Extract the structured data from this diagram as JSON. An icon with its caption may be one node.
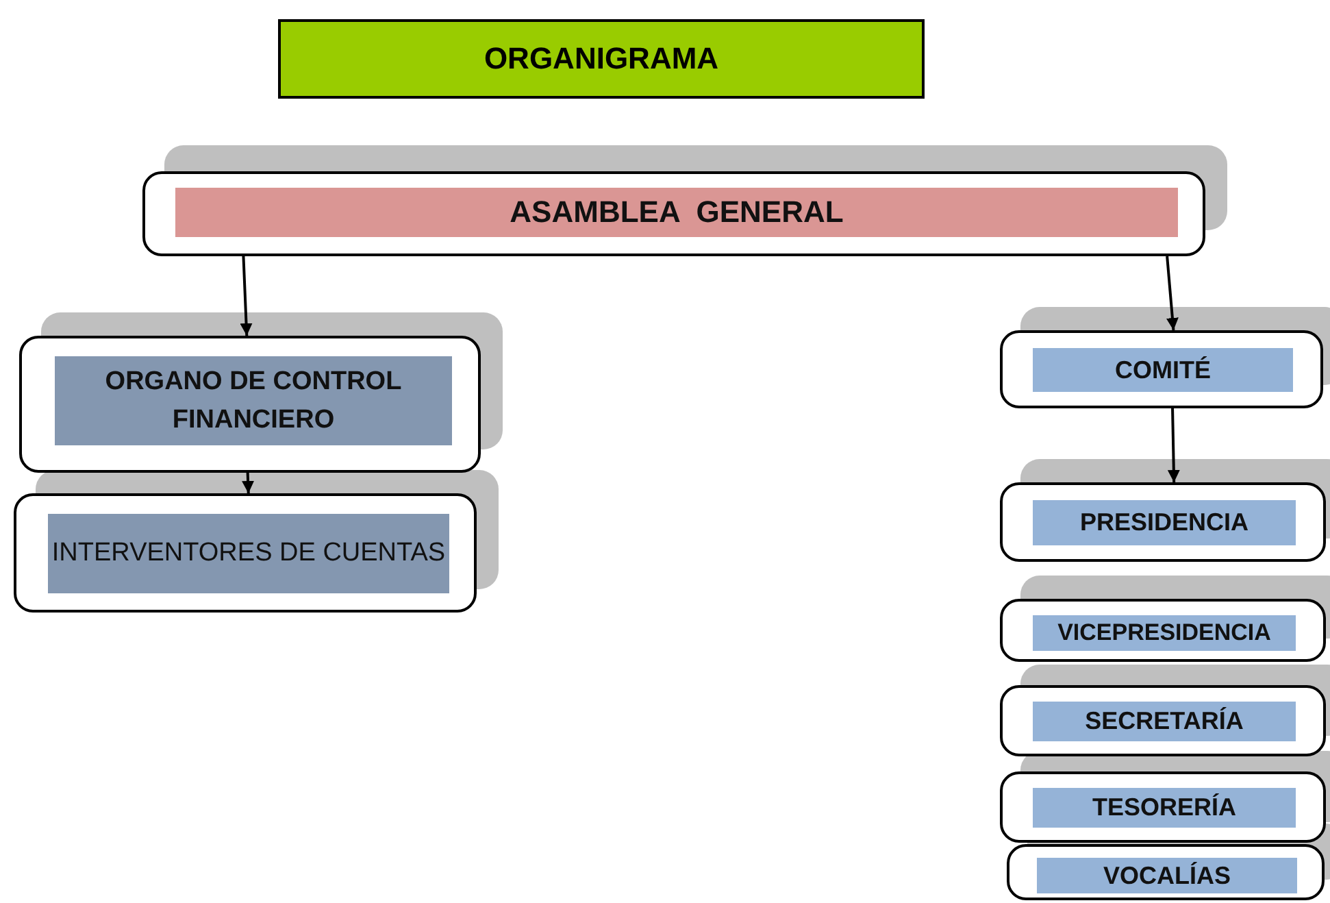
{
  "diagram": {
    "title": "ORGANIGRAMA",
    "nodes": [
      {
        "text": [
          "ASAMBLEA  GENERAL"
        ]
      },
      {
        "text": [
          "ORGANO DE CONTROL FINANCIERO"
        ]
      },
      {
        "text": [
          "INTERVENTORES DE CUENTAS"
        ]
      },
      {
        "text": [
          "COMITÉ"
        ]
      },
      {
        "text": [
          "PRESIDENCIA"
        ]
      },
      {
        "text": [
          "VICEPRESIDENCIA"
        ]
      },
      {
        "text": [
          "SECRETARÍA"
        ]
      },
      {
        "text": [
          "TESORERÍA"
        ]
      },
      {
        "text": [
          "VOCALÍAS"
        ]
      }
    ],
    "edges": [
      {
        "from": 0,
        "to": 1,
        "arrow": "to"
      },
      {
        "from": 1,
        "to": 2,
        "arrow": "to"
      },
      {
        "from": 0,
        "to": 3,
        "arrow": "to"
      },
      {
        "from": 3,
        "to": 4,
        "arrow": "to"
      }
    ]
  }
}
